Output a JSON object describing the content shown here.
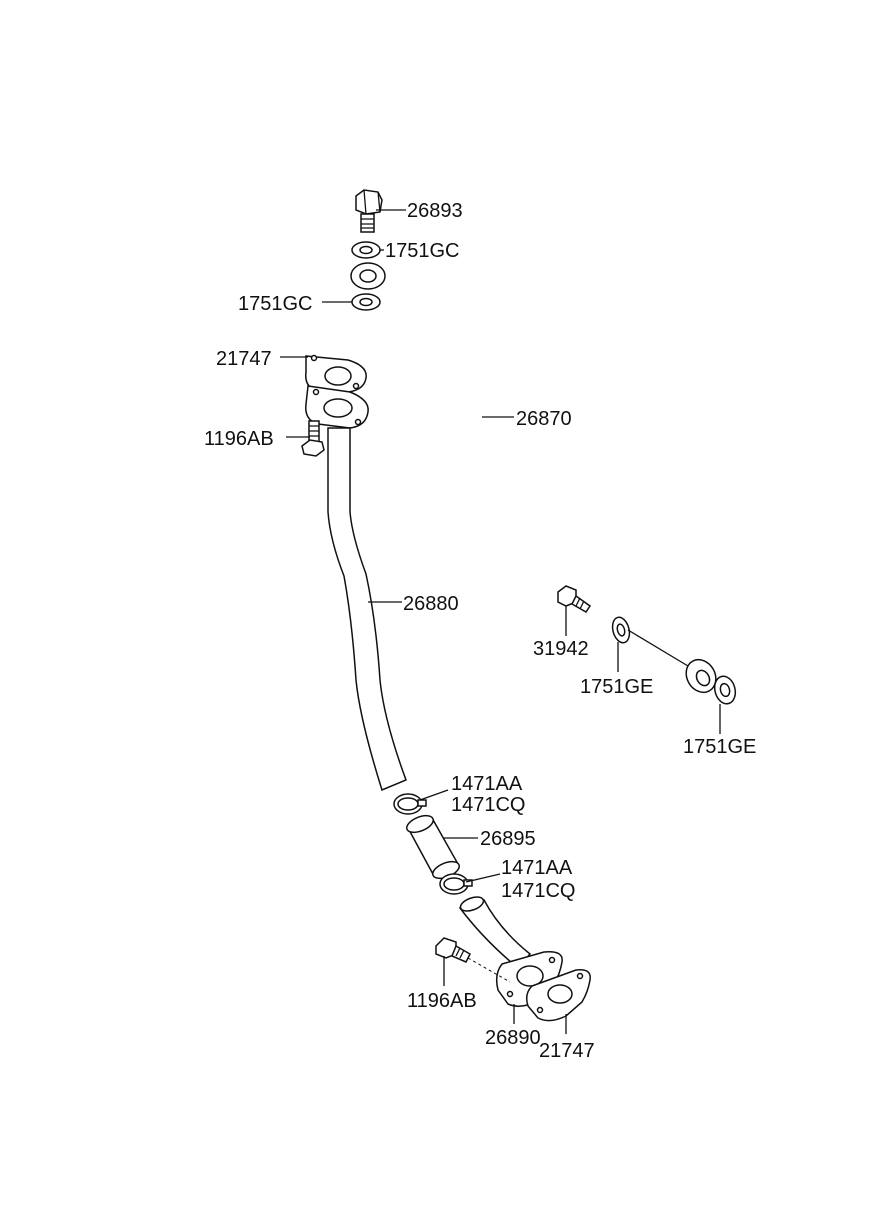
{
  "labels": {
    "p26893": "26893",
    "p1751gc_top": "1751GC",
    "p1751gc_left": "1751GC",
    "p21747_top": "21747",
    "p1196ab_top": "1196AB",
    "p26870": "26870",
    "p26880": "26880",
    "p31942": "31942",
    "p1751ge_mid": "1751GE",
    "p1751ge_right": "1751GE",
    "p1471aa_1": "1471AA",
    "p1471cq_1": "1471CQ",
    "p26895": "26895",
    "p1471aa_2": "1471AA",
    "p1471cq_2": "1471CQ",
    "p1196ab_bottom": "1196AB",
    "p26890": "26890",
    "p21747_bottom": "21747"
  }
}
